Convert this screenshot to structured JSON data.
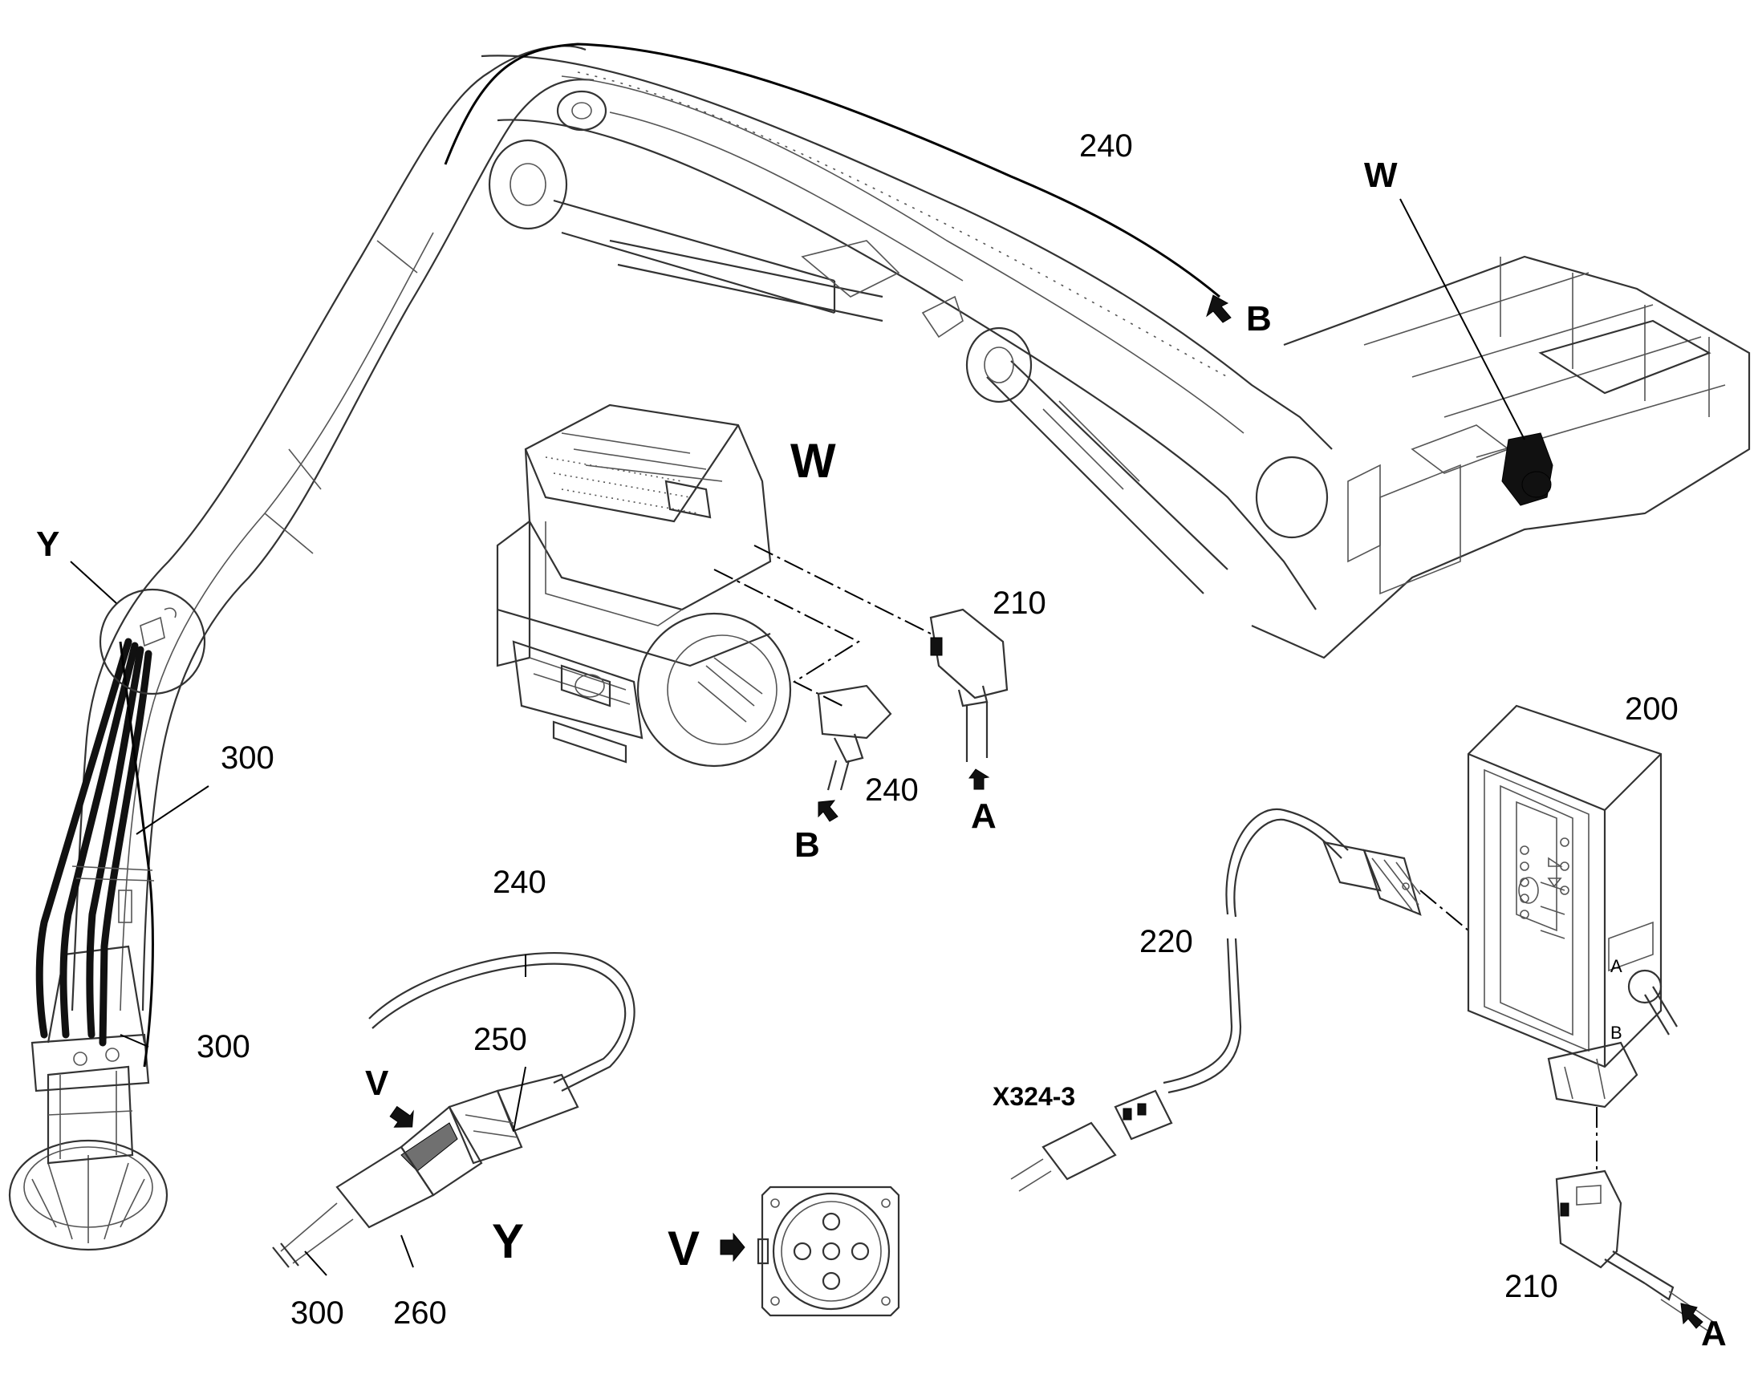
{
  "labels": {
    "cable_240_top": "240",
    "cable_240_motor": "240",
    "cable_240_plug": "240",
    "part_210_motor": "210",
    "part_210_box": "210",
    "part_200": "200",
    "part_220": "220",
    "part_250": "250",
    "part_260": "260",
    "part_300_upper": "300",
    "part_300_lower": "300",
    "part_300_plug": "300",
    "connector_x324": "X324-3",
    "view_w_top": "W",
    "view_w_detail": "W",
    "view_y_boom": "Y",
    "view_y_plug": "Y",
    "view_v_plug": "V",
    "view_v_socket": "V",
    "ref_b_top": "B",
    "ref_b_motor": "B",
    "ref_a_motor": "A",
    "ref_a_box": "A",
    "box_marking_a": "A",
    "box_marking_b": "B"
  }
}
